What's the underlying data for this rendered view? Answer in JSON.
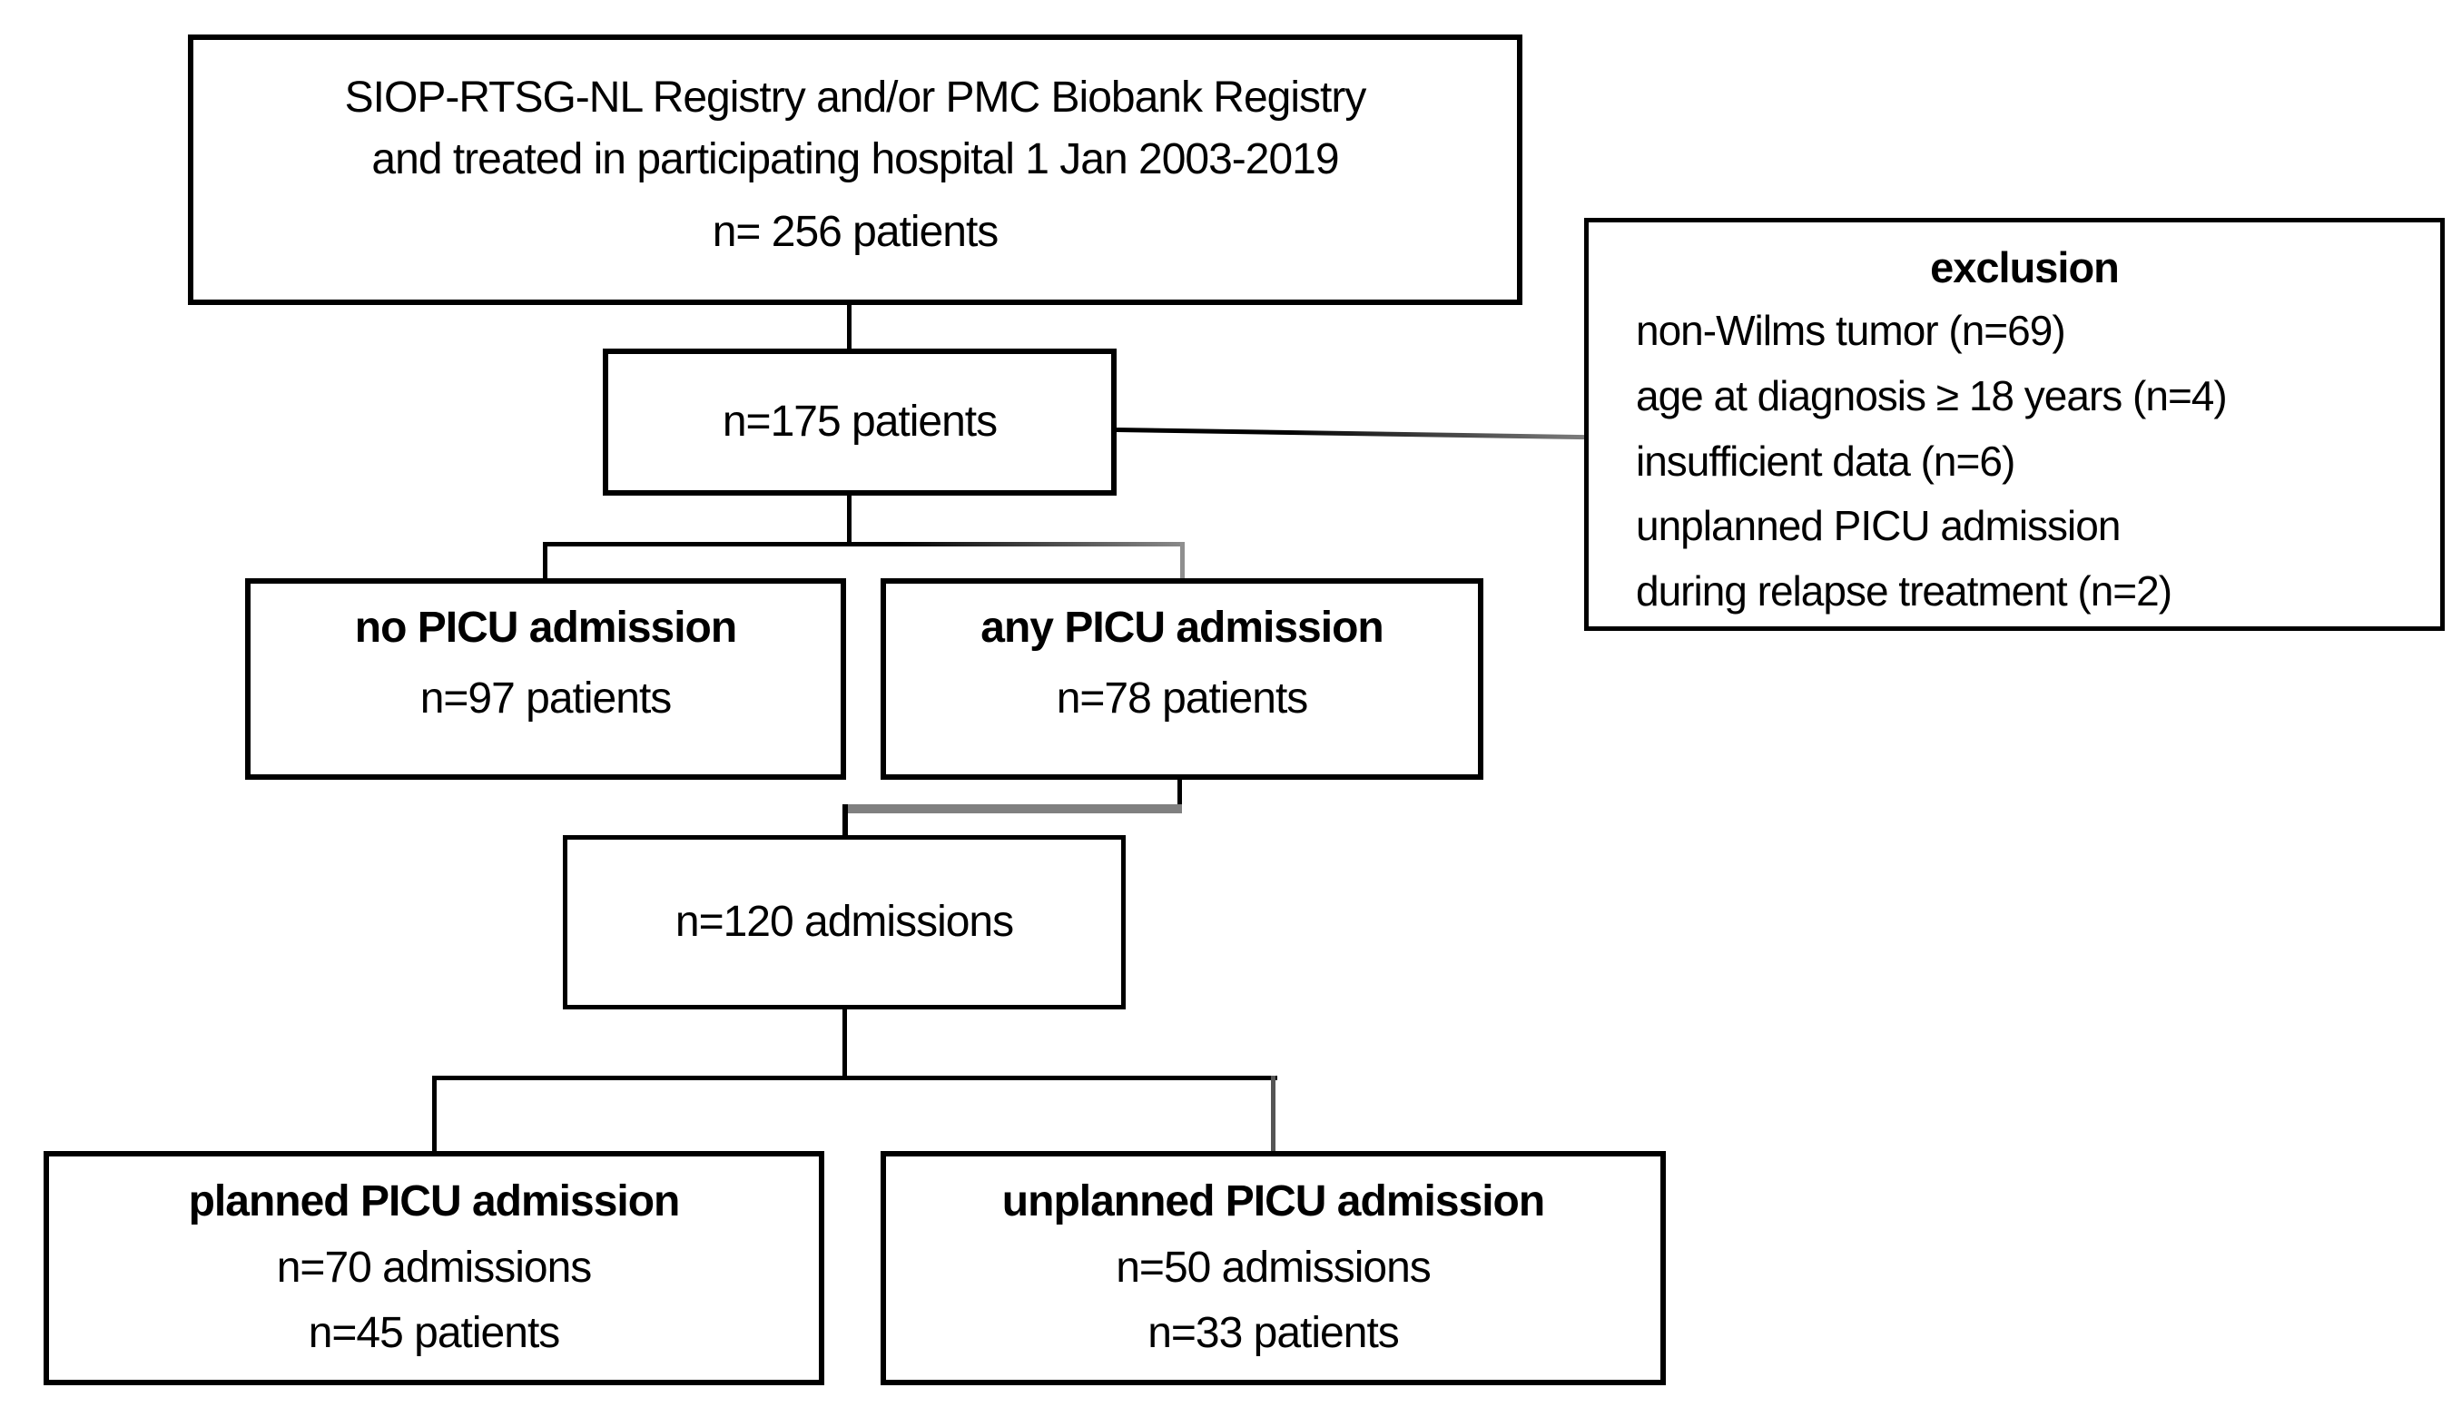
{
  "diagram": {
    "background": "#ffffff",
    "border_color": "#000000",
    "text_color": "#000000",
    "connector_color": "#000000",
    "connector_gray": "#808080",
    "boxes": {
      "source": {
        "line1": "SIOP-RTSG-NL Registry and/or PMC Biobank Registry",
        "line2": "and treated in participating hospital 1 Jan 2003-2019",
        "count": "n= 256 patients"
      },
      "eligible": {
        "count": "n=175 patients"
      },
      "exclusion": {
        "title": "exclusion",
        "items": [
          "non-Wilms tumor (n=69)",
          "age at diagnosis ≥ 18 years (n=4)",
          "insufficient data (n=6)",
          "unplanned PICU admission",
          "during relapse treatment (n=2)"
        ]
      },
      "no_picu": {
        "title": "no PICU admission",
        "count": "n=97 patients"
      },
      "any_picu": {
        "title": "any PICU admission",
        "count": "n=78 patients"
      },
      "admissions": {
        "count": "n=120 admissions"
      },
      "planned": {
        "title": "planned PICU admission",
        "admissions": "n=70 admissions",
        "patients": "n=45 patients"
      },
      "unplanned": {
        "title": "unplanned PICU admission",
        "admissions": "n=50 admissions",
        "patients": "n=33 patients"
      }
    }
  }
}
